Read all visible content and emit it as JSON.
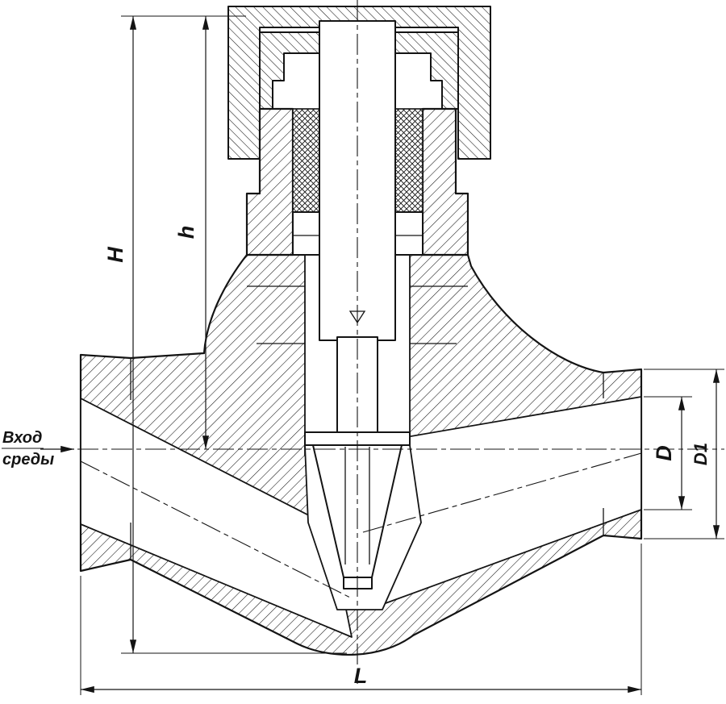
{
  "diagram": {
    "type": "valve-cross-section-technical-drawing",
    "inlet": {
      "line1": "Вход",
      "line2": "среды"
    },
    "dims": {
      "H": "H",
      "h": "h",
      "D": "D",
      "D1": "D1",
      "L": "L"
    },
    "colors": {
      "line": "#141414",
      "background": "#ffffff"
    }
  }
}
